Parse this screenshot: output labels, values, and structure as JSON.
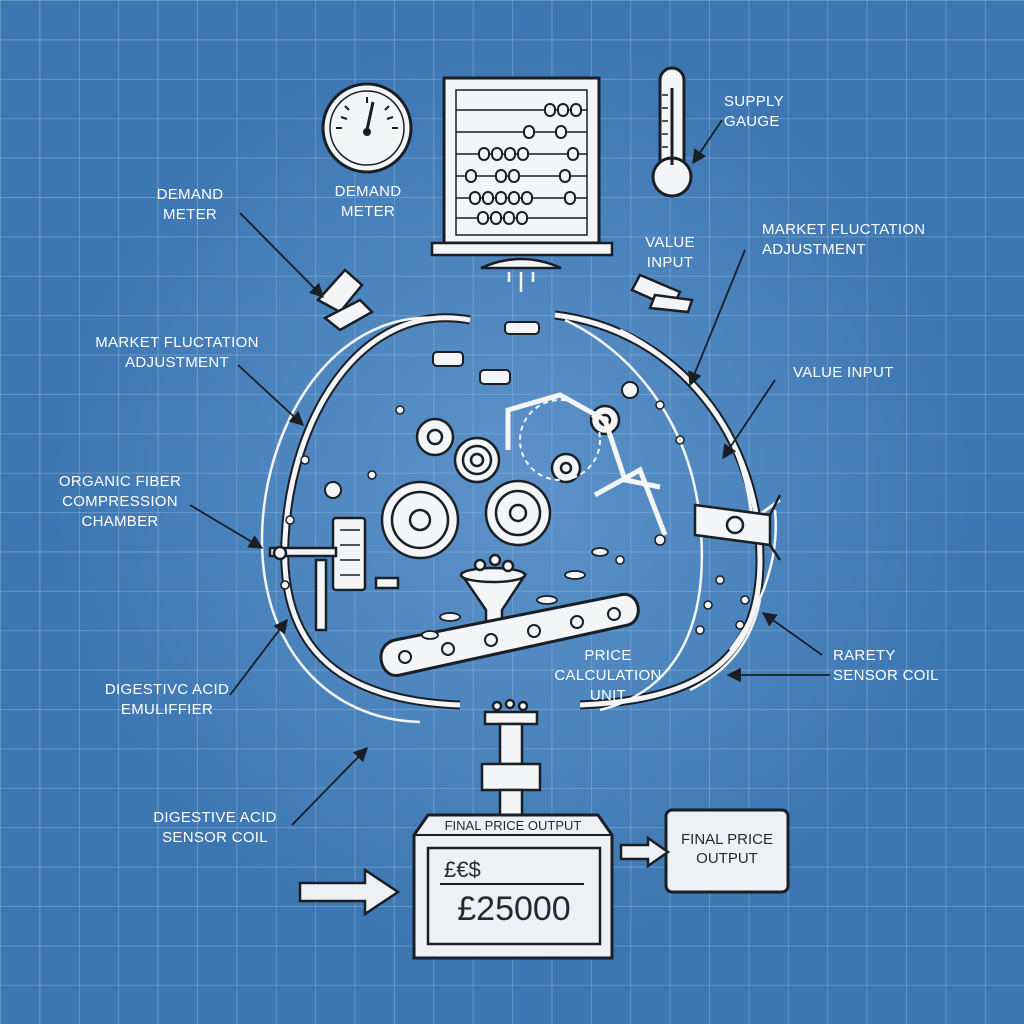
{
  "labels": {
    "demand_meter_left": [
      "DEMAND",
      "METER"
    ],
    "demand_meter_gauge": [
      "DEMAND",
      "METER"
    ],
    "supply_gauge": [
      "SUPPLY",
      "GAUGE"
    ],
    "value_input_top": [
      "VALUE",
      "INPUT"
    ],
    "market_fluctuation_right": [
      "MARKET FLUCTATION",
      "ADJUSTMENT"
    ],
    "market_fluctuation_left": [
      "MARKET FLUCTATION",
      "ADJUSTMENT"
    ],
    "value_input_right": "VALUE INPUT",
    "organic_fiber": [
      "ORGANIC FIBER",
      "COMPRESSION",
      "CHAMBER"
    ],
    "rarety_sensor": [
      "RARETY",
      "SENSOR COIL"
    ],
    "price_calc": [
      "PRICE",
      "CALCULATION",
      "UNIT"
    ],
    "digestive_emulifier": [
      "DIGESTIVC ACID",
      "EMULIFFIER"
    ],
    "digestive_sensor": [
      "DIGESTIVE ACID",
      "SENSOR COIL"
    ]
  },
  "output": {
    "panel_title": "FINAL PRICE OUTPUT",
    "currency_symbols": "£€$",
    "price": "£25000",
    "side_box": [
      "FINAL PRICE",
      "OUTPUT"
    ]
  },
  "colors": {
    "background": "#3d77b3",
    "line": "#ffffff",
    "panel_fill": "#eef1f4"
  }
}
